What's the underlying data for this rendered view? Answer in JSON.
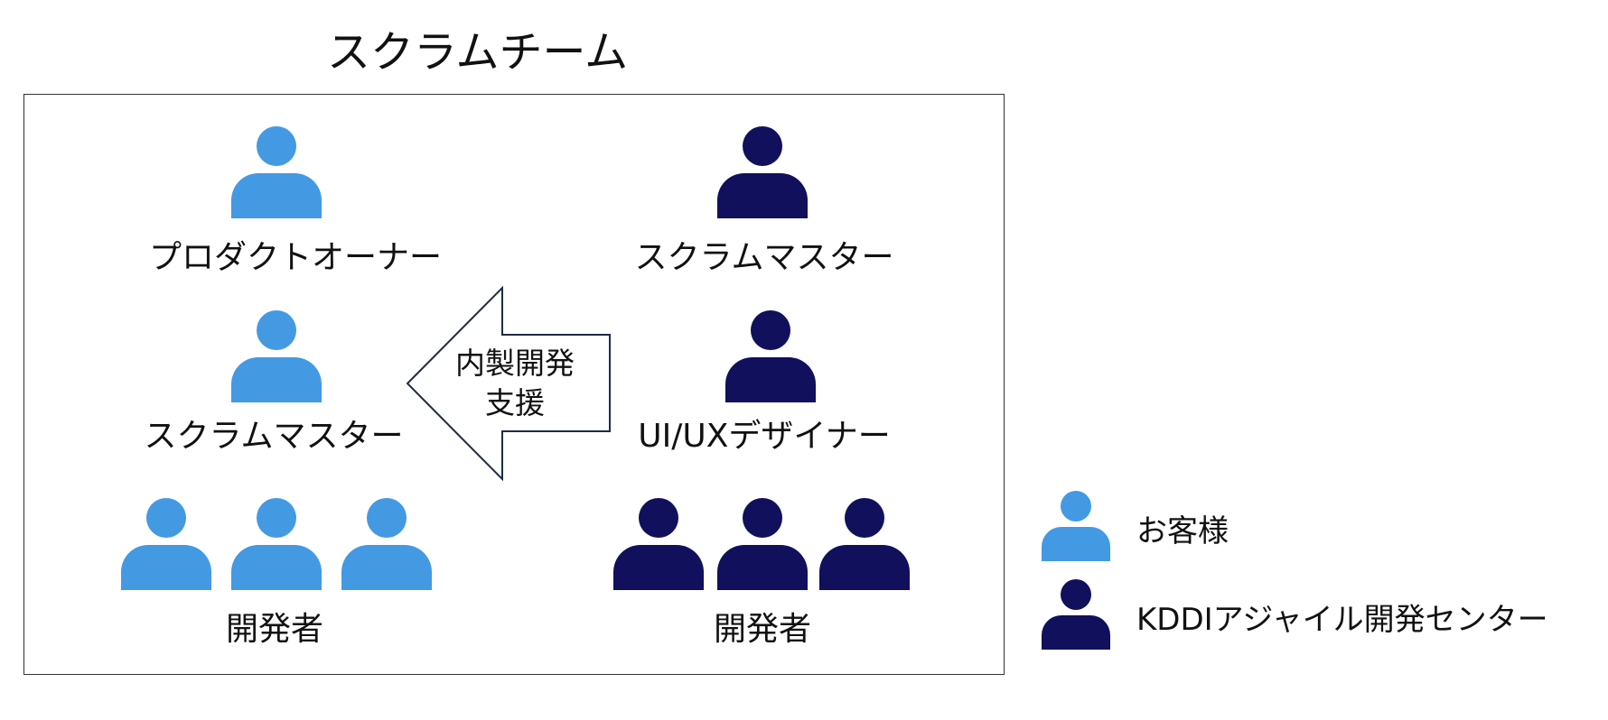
{
  "title": "スクラムチーム",
  "left_group": {
    "product_owner": "プロダクトオーナー",
    "scrum_master": "スクラムマスター",
    "developers": "開発者"
  },
  "right_group": {
    "scrum_master": "スクラムマスター",
    "designer": "UI/UXデザイナー",
    "developers": "開発者"
  },
  "arrow_label": {
    "line1": "内製開発",
    "line2": "支援"
  },
  "legend": {
    "customer": "お客様",
    "kddi": "KDDIアジャイル開発センター"
  },
  "colors": {
    "customer": "#4499E3",
    "kddi": "#10105C"
  }
}
